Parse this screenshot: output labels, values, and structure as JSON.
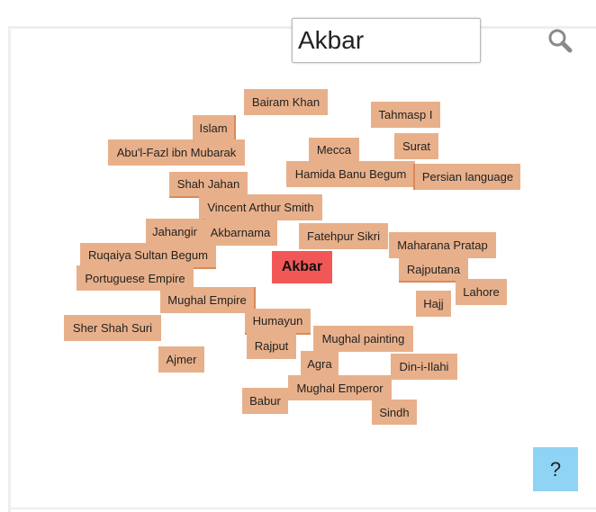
{
  "search": {
    "value": "Akbar"
  },
  "center_term": "Akbar",
  "help_label": "?",
  "tags": [
    "Bairam Khan",
    "Islam",
    "Tahmasp I",
    "Abu'l-Fazl ibn Mubarak",
    "Mecca",
    "Surat",
    "Hamida Banu Begum",
    "Persian language",
    "Shah Jahan",
    "Vincent Arthur Smith",
    "Jahangir",
    "Akbarnama",
    "Fatehpur Sikri",
    "Maharana Pratap",
    "Ruqaiya Sultan Begum",
    "Rajputana",
    "Portuguese Empire",
    "Lahore",
    "Mughal Empire",
    "Hajj",
    "Sher Shah Suri",
    "Humayun",
    "Mughal painting",
    "Rajput",
    "Ajmer",
    "Agra",
    "Din-i-Ilahi",
    "Mughal Emperor",
    "Babur",
    "Sindh"
  ],
  "colors": {
    "tag": "#e8b08a",
    "center": "#f25757",
    "help": "#8fd3f5"
  }
}
